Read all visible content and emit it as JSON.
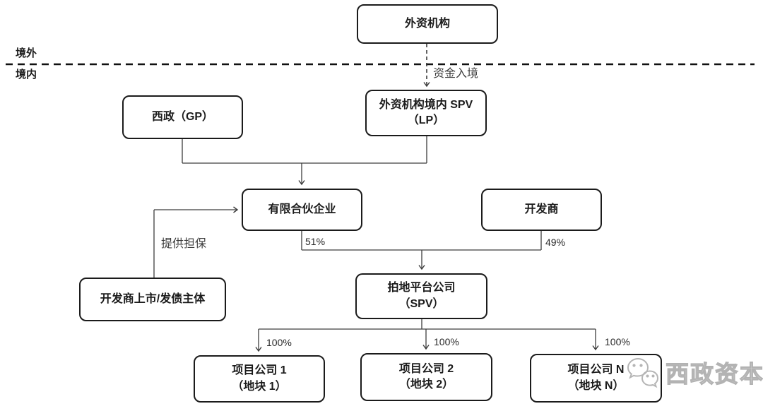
{
  "regions": {
    "outside": "境外",
    "inside": "境内"
  },
  "nodes": {
    "foreign": {
      "label": "外资机构"
    },
    "gp": {
      "label": "西政（GP）"
    },
    "lp": {
      "line1": "外资机构境内 SPV",
      "line2": "（LP）"
    },
    "partnership": {
      "label": "有限合伙企业"
    },
    "developer": {
      "label": "开发商"
    },
    "guarantor": {
      "label": "开发商上市/发债主体"
    },
    "platform": {
      "line1": "拍地平台公司",
      "line2": "（SPV）"
    },
    "project1": {
      "line1": "项目公司 1",
      "line2": "（地块 1）"
    },
    "project2": {
      "line1": "项目公司 2",
      "line2": "（地块 2）"
    },
    "projectn": {
      "line1": "项目公司 N",
      "line2": "（地块 N）"
    }
  },
  "edges": {
    "capital_inflow": "资金入境",
    "guarantee": "提供担保",
    "partnership_share": "51%",
    "developer_share": "49%",
    "project1_share": "100%",
    "project2_share": "100%",
    "projectn_share": "100%"
  },
  "watermark": {
    "brand": "西政资本",
    "icon": "wechat-icon"
  },
  "colors": {
    "background": "#ffffff",
    "line": "#3d3d3d",
    "border_line": "#111111",
    "box_border": "#1b1b1b",
    "watermark": "#b3b3b3"
  }
}
